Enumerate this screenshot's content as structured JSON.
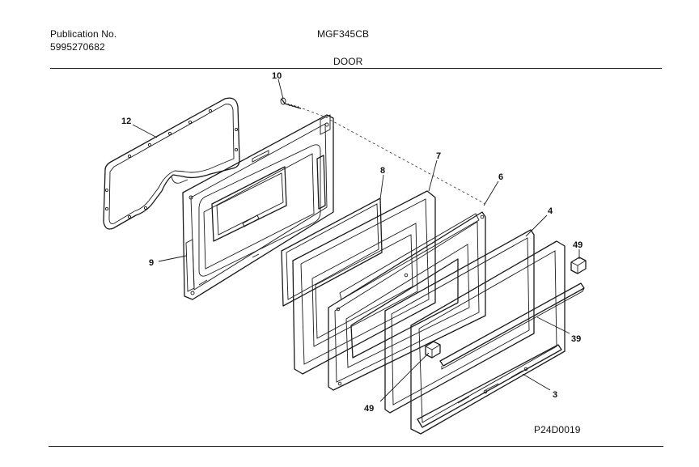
{
  "header": {
    "publication_label": "Publication No.",
    "publication_number": "5995270682",
    "model": "MGF345CB",
    "section": "DOOR"
  },
  "footer": {
    "diagram_code": "P24D0019"
  },
  "callouts": {
    "c10": "10",
    "c12": "12",
    "c9": "9",
    "c8": "8",
    "c7": "7",
    "c6": "6",
    "c4": "4",
    "c49_right": "49",
    "c39": "39",
    "c3": "3",
    "c49_left": "49"
  }
}
